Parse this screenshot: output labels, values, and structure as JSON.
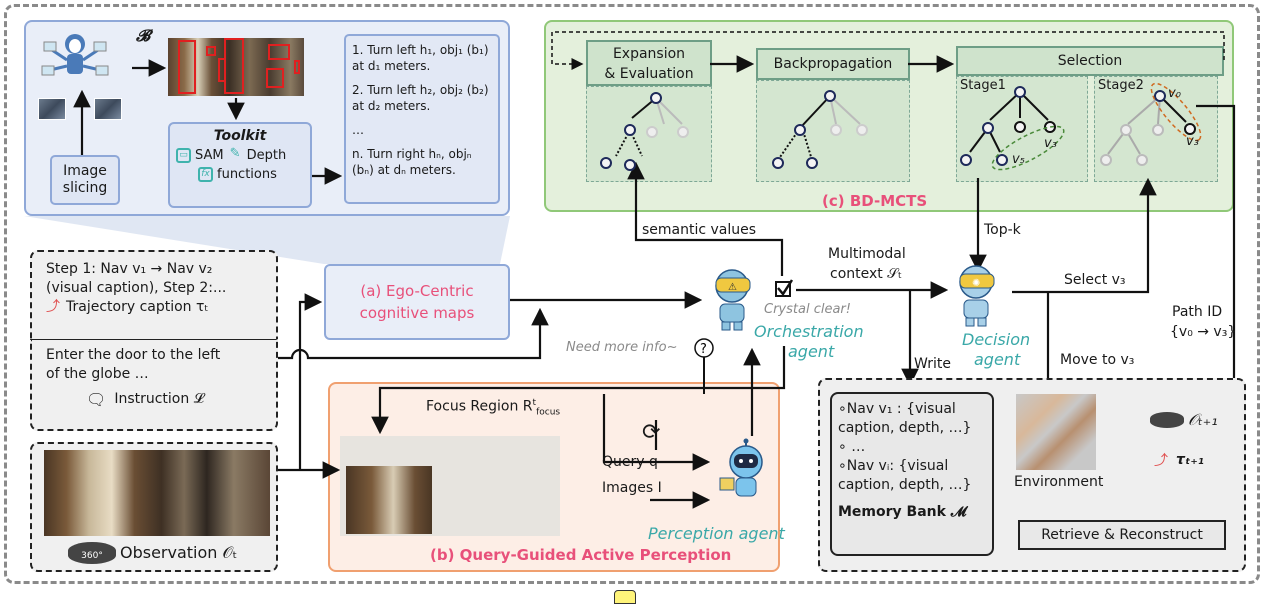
{
  "panel_a": {
    "bold_symbol": "𝓑",
    "image_slicing": [
      "Image",
      "slicing"
    ],
    "toolkit": {
      "title": "Toolkit",
      "items": [
        {
          "icon": "segment-icon",
          "label": "SAM"
        },
        {
          "icon": "ruler-icon",
          "label": "Depth"
        },
        {
          "icon": "fx-icon",
          "label": "functions"
        }
      ]
    },
    "steps": [
      "1. Turn left h₁, obj₁ (b₁) at d₁ meters.",
      "2. Turn left h₂, obj₂ (b₂) at d₂ meters.",
      "…",
      "n. Turn right hₙ, objₙ (bₙ) at dₙ meters."
    ],
    "caption": "(a) Ego-Centric",
    "caption_2": "cognitive maps"
  },
  "inputs": {
    "trajectory_text_1": "Step 1: Nav v₁ → Nav v₂",
    "trajectory_text_2": "(visual caption), Step 2:...",
    "trajectory_label": "Trajectory caption τₜ",
    "instruction_text_1": "Enter the door to the left",
    "instruction_text_2": "of the globe …",
    "instruction_label": "Instruction 𝓛",
    "observation_label": "Observation 𝒪ₜ",
    "camera_badge": "360°"
  },
  "panel_b": {
    "caption": "(b) Query-Guided Active Perception",
    "focus_region": "Focus Region R",
    "focus_sup": "t",
    "focus_sub": "focus",
    "query": "Query q",
    "images": "Images I",
    "agent_label": "Perception agent"
  },
  "panel_c": {
    "caption": "(c) BD-MCTS",
    "expansion": [
      "Expansion",
      "& Evaluation"
    ],
    "backprop": "Backpropagation",
    "selection": "Selection",
    "stage1": "Stage1",
    "stage2": "Stage2",
    "v5": "v₅",
    "v3": "v₃",
    "v0": "v₀"
  },
  "flow": {
    "semantic_values": "semantic values",
    "multimodal_1": "Multimodal",
    "multimodal_2": "context 𝒮ₜ",
    "crystal_clear": "Crystal clear!",
    "need_more_info": "Need more info~",
    "orchestration_1": "Orchestration",
    "orchestration_2": "agent",
    "decision_1": "Decision",
    "decision_2": "agent",
    "top_k": "Top-k",
    "select_v3": "Select v₃",
    "path_id_1": "Path ID",
    "path_id_2": "{v₀ → v₃}",
    "write": "Write",
    "move_to": "Move to v₃"
  },
  "memory": {
    "entries": [
      "∘Nav v₁ : {visual",
      "caption, depth, …}",
      "∘ …",
      "∘Nav vᵢ: {visual",
      "caption, depth, …}"
    ],
    "title": "Memory Bank 𝓜",
    "environment": "Environment",
    "retrieve": "Retrieve & Reconstruct",
    "obs_next": "𝒪ₜ₊₁",
    "traj_next": "τₜ₊₁"
  },
  "colors": {
    "caption_pink": "#e8507a",
    "agent_teal": "#3aa8a8",
    "panel_a_blue": "#8fa8d8",
    "panel_b_orange": "#f0a070",
    "panel_c_green": "#90c878"
  }
}
